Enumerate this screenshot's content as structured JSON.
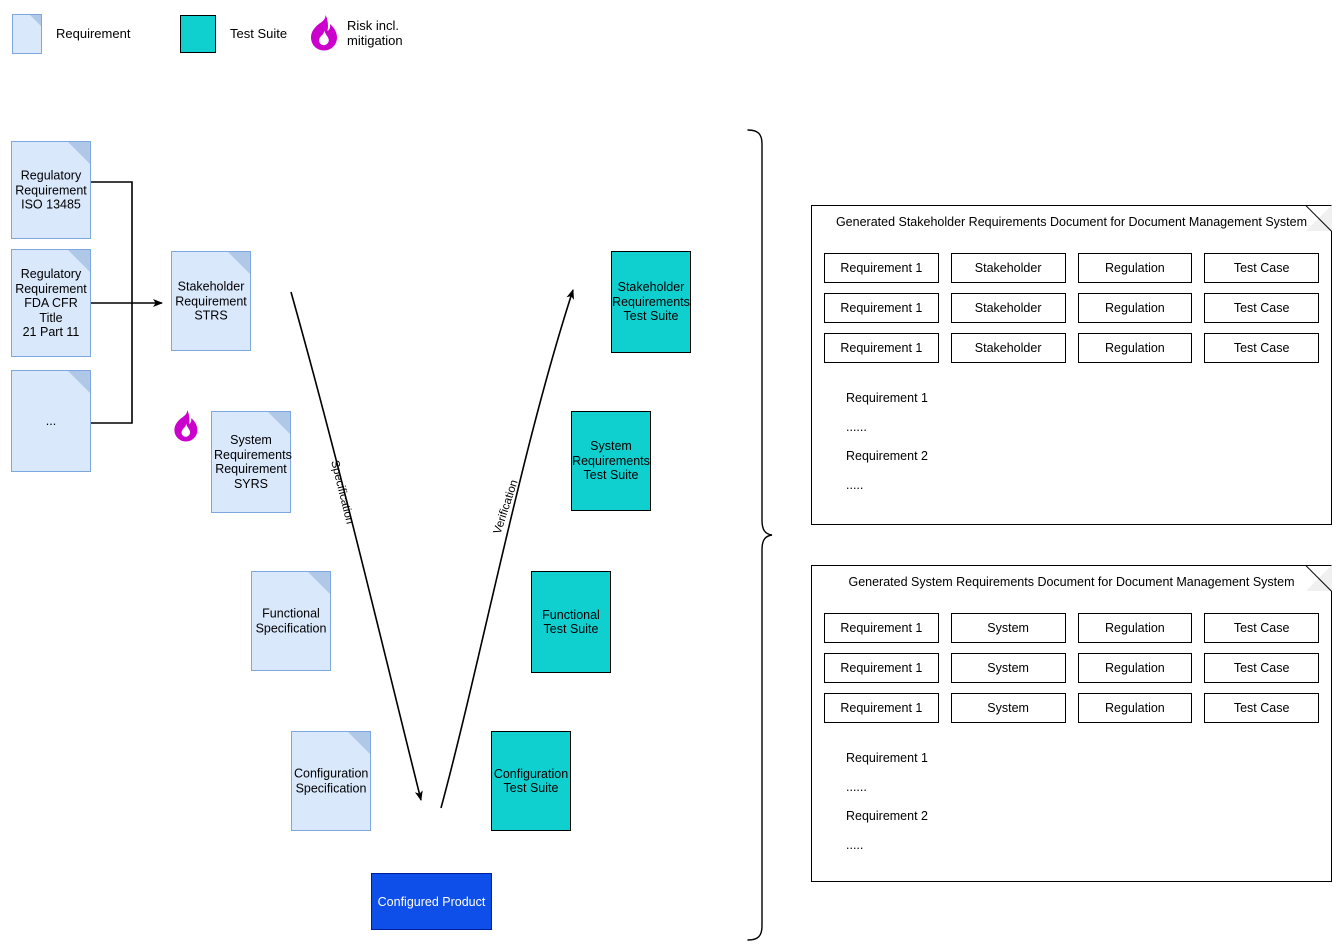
{
  "legend": {
    "items": [
      {
        "icon": "document-icon",
        "label": "Requirement"
      },
      {
        "icon": "square-icon",
        "label": "Test Suite"
      },
      {
        "icon": "flame-icon",
        "label": "Risk incl.\nmitigation"
      }
    ]
  },
  "colors": {
    "requirement_fill": "#DAE8FC",
    "requirement_stroke": "#7EA6E0",
    "test_suite_fill": "#0FCFCF",
    "test_suite_stroke": "#000000",
    "product_fill": "#0D4FE8",
    "product_text": "#FFFFFF",
    "risk_icon": "#CC00CC",
    "edge_stroke": "#000000"
  },
  "requirements": [
    {
      "id": "reg-iso",
      "label": "Regulatory\nRequirement\nISO 13485"
    },
    {
      "id": "reg-fda",
      "label": "Regulatory\nRequirement\nFDA CFR Title\n21 Part 11"
    },
    {
      "id": "reg-more",
      "label": "..."
    },
    {
      "id": "strs",
      "label": "Stakeholder\nRequirement\nSTRS"
    },
    {
      "id": "syrs",
      "label": "System\nRequirements\nRequirement\nSYRS"
    },
    {
      "id": "func-spec",
      "label": "Functional\nSpecification"
    },
    {
      "id": "cfg-spec",
      "label": "Configuration\nSpecification"
    }
  ],
  "test_suites": [
    {
      "id": "strs-ts",
      "label": "Stakeholder\nRequirements\nTest Suite"
    },
    {
      "id": "syrs-ts",
      "label": "System\nRequirements\nTest Suite"
    },
    {
      "id": "func-ts",
      "label": "Functional\nTest Suite"
    },
    {
      "id": "cfg-ts",
      "label": "Configuration\nTest Suite"
    }
  ],
  "product": {
    "label": "Configured Product"
  },
  "edges": {
    "specification_label": "Specification",
    "verification_label": "Verification"
  },
  "generated_documents": [
    {
      "id": "stakeholder-doc",
      "title": "Generated Stakeholder Requirements Document for Document Management System",
      "rows": [
        [
          "Requirement 1",
          "Stakeholder",
          "Regulation",
          "Test Case"
        ],
        [
          "Requirement 1",
          "Stakeholder",
          "Regulation",
          "Test Case"
        ],
        [
          "Requirement 1",
          "Stakeholder",
          "Regulation",
          "Test Case"
        ]
      ],
      "body": [
        "Requirement 1",
        "......",
        "Requirement 2",
        "....."
      ]
    },
    {
      "id": "system-doc",
      "title": "Generated System Requirements Document for Document Management System",
      "rows": [
        [
          "Requirement 1",
          "System",
          "Regulation",
          "Test Case"
        ],
        [
          "Requirement 1",
          "System",
          "Regulation",
          "Test Case"
        ],
        [
          "Requirement 1",
          "System",
          "Regulation",
          "Test Case"
        ]
      ],
      "body": [
        "Requirement 1",
        "......",
        "Requirement 2",
        "....."
      ]
    }
  ]
}
